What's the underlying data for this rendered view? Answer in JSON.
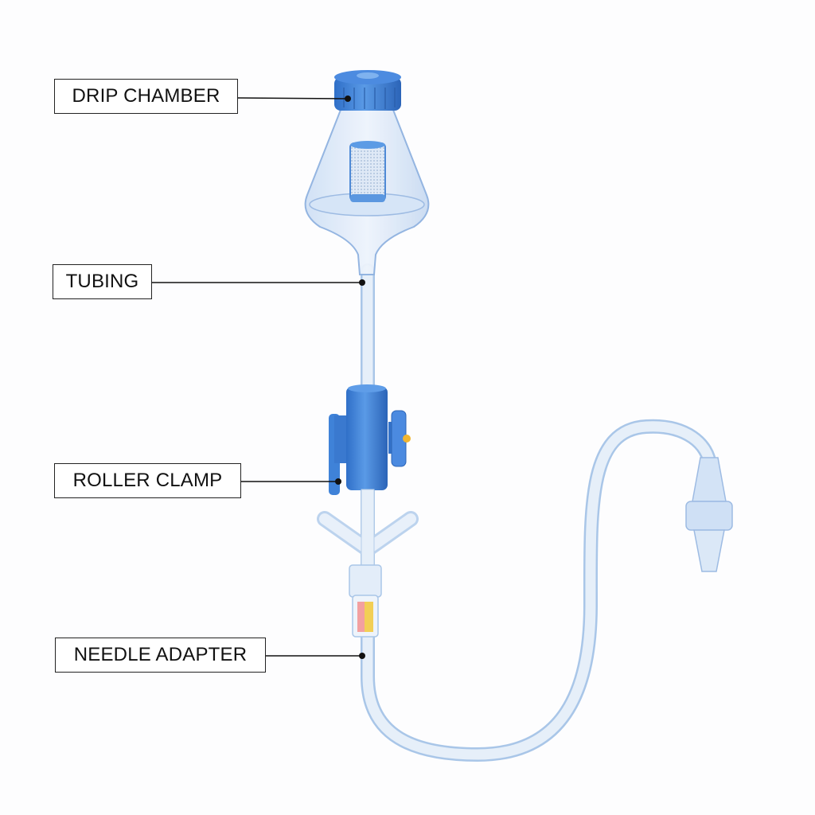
{
  "labels": {
    "drip_chamber": "DRIP CHAMBER",
    "tubing": "TUBING",
    "roller_clamp": "ROLLER CLAMP",
    "needle_adapter": "NEEDLE ADAPTER"
  },
  "colors": {
    "accent_blue": "#3f82d8",
    "tube": "#dde9f6",
    "tube_edge": "#a9c6e8"
  }
}
